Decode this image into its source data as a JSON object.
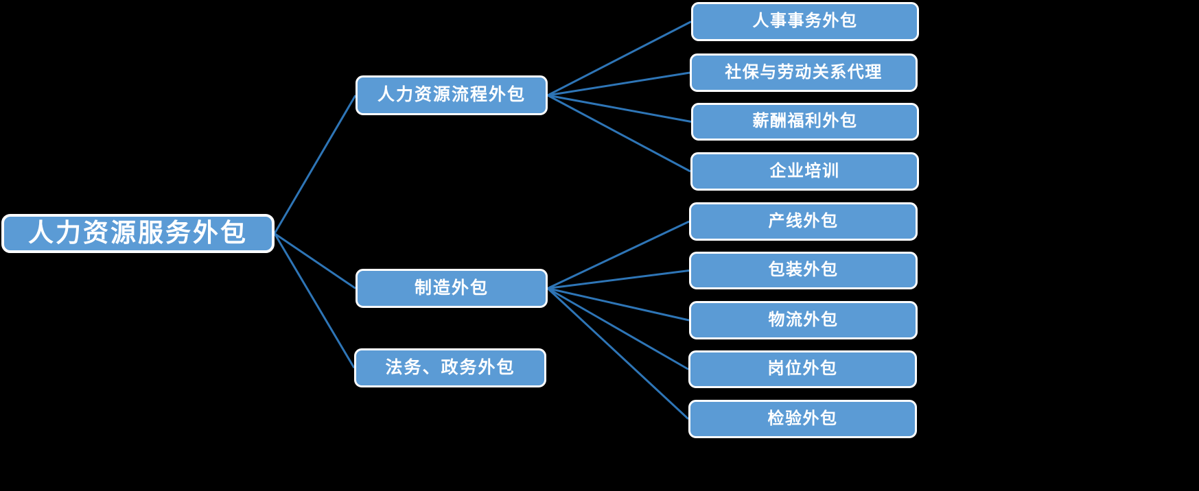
{
  "diagram": {
    "type": "tree",
    "title": "人力资源服务外包",
    "background_color": "#000000",
    "node_fill_color": "#5B9BD5",
    "node_border_color": "#FFFFFF",
    "node_text_color": "#FFFFFF",
    "edge_color": "#2E75B6",
    "root": {
      "label": "人力资源服务外包"
    },
    "branches": [
      {
        "label": "人力资源流程外包",
        "children": [
          {
            "label": "人事事务外包"
          },
          {
            "label": "社保与劳动关系代理"
          },
          {
            "label": "薪酬福利外包"
          },
          {
            "label": "企业培训"
          }
        ]
      },
      {
        "label": "制造外包",
        "children": [
          {
            "label": "产线外包"
          },
          {
            "label": "包装外包"
          },
          {
            "label": "物流外包"
          },
          {
            "label": "岗位外包"
          },
          {
            "label": "检验外包"
          }
        ]
      },
      {
        "label": "法务、政务外包",
        "children": []
      }
    ]
  }
}
